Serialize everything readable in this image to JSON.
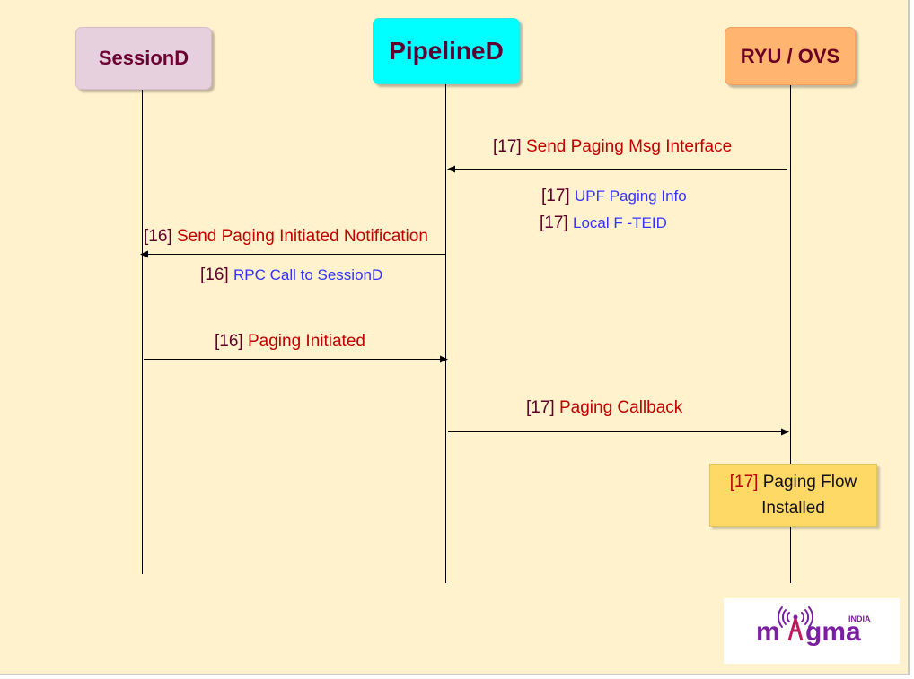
{
  "actors": {
    "sessiond": "SessionD",
    "pipelined": "PipelineD",
    "ryu_ovs": "RYU / OVS"
  },
  "messages": [
    {
      "step": "[17]",
      "label": "Send Paging Msg Interface",
      "from": "RYU / OVS",
      "to": "PipelineD"
    },
    {
      "step": "[16]",
      "label": "Send Paging Initiated Notification",
      "from": "PipelineD",
      "to": "SessionD"
    },
    {
      "step": "[16]",
      "label": "Paging Initiated",
      "from": "SessionD",
      "to": "PipelineD"
    },
    {
      "step": "[17]",
      "label": "Paging Callback",
      "from": "PipelineD",
      "to": "RYU / OVS"
    }
  ],
  "notes": [
    {
      "step": "[17]",
      "label": "UPF Paging Info"
    },
    {
      "step": "[17]",
      "label": "Local F -TEID"
    },
    {
      "step": "[16]",
      "label": "RPC Call to SessionD"
    }
  ],
  "flow_box": {
    "step": "[17]",
    "line1": "Paging Flow",
    "line2": "Installed"
  },
  "logo": {
    "text": "magma",
    "tag": "INDIA"
  },
  "colors": {
    "background": "#fff2cc",
    "sessiond": "#e6d0de",
    "pipelined": "#00ffff",
    "ryu_ovs": "#ffb570",
    "flow_box": "#ffd966",
    "message_red": "#c00000",
    "note_blue": "#3333ff",
    "logo_purple": "#7b1fa2"
  }
}
